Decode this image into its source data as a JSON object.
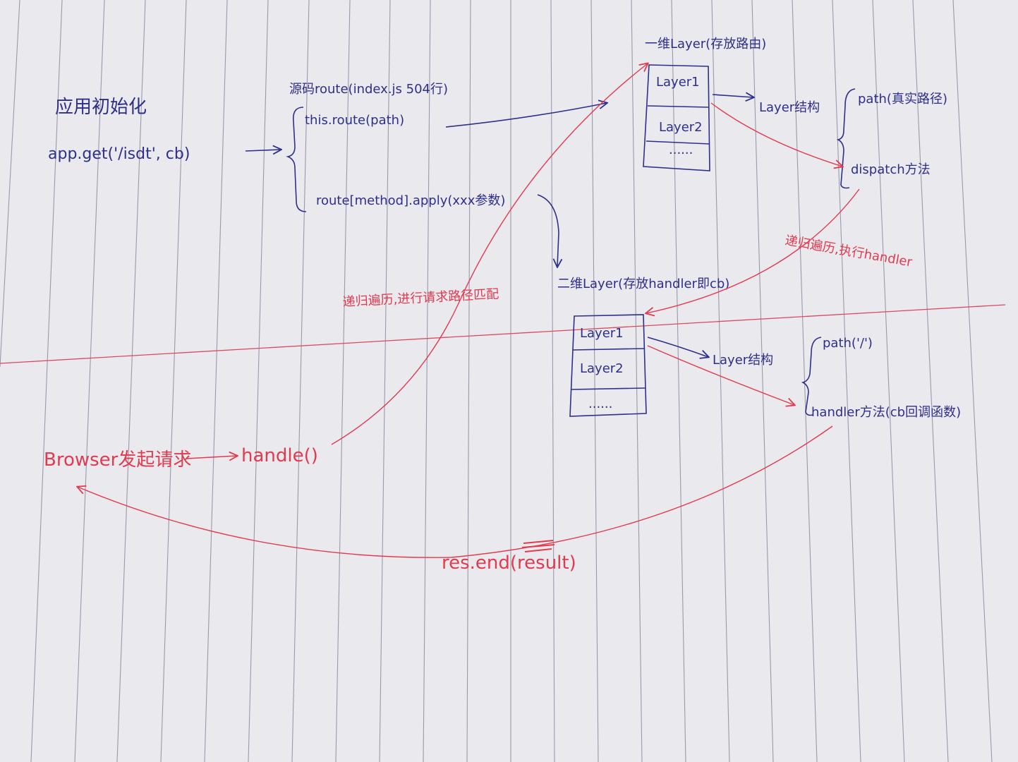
{
  "colors": {
    "paper": "#e9e9ee",
    "rule_line": "#7f7f96",
    "margin_line": "#d94b5e",
    "ink_blue": "#2e2f8a",
    "ink_red": "#e23a4f"
  },
  "left": {
    "title": "应用初始化",
    "app_get": "app.get('/isdt', cb)"
  },
  "source": {
    "title": "源码route(index.js 504行)",
    "line1": "this.route(path)",
    "line2": "route[method].apply(xxx参数)"
  },
  "stack1": {
    "title": "一维Layer(存放路由)",
    "layer1": "Layer1",
    "layer2": "Layer2",
    "more": "......",
    "structure_label": "Layer结构",
    "path_item": "path(真实路径)",
    "dispatch_item": "dispatch方法"
  },
  "stack2": {
    "title": "二维Layer(存放handler即cb)",
    "layer1": "Layer1",
    "layer2": "Layer2",
    "more": "......",
    "structure_label": "Layer结构",
    "path_item": "path('/')",
    "handler_item": "handler方法(cb回调函数)"
  },
  "flow": {
    "browser": "Browser发起请求",
    "handle": "handle()",
    "recursive_match": "递归遍历,进行请求路径匹配",
    "recursive_exec": "递归遍历,执行handler",
    "response": "res.end(result)"
  }
}
